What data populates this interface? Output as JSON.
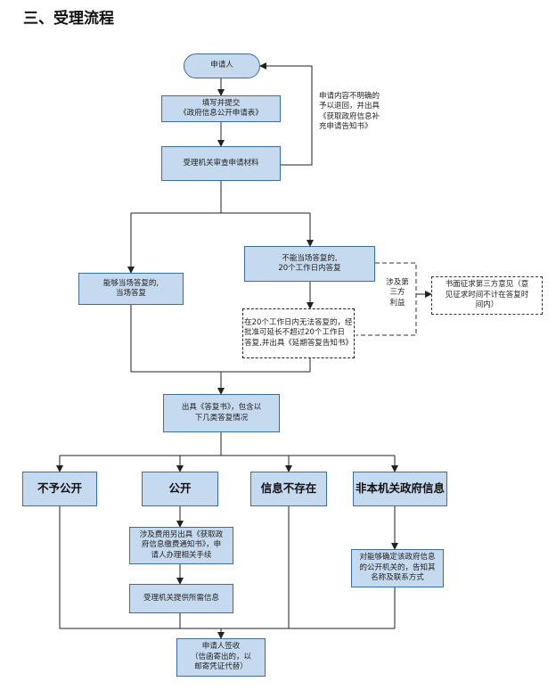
{
  "heading": "三、受理流程",
  "nodes": {
    "start": "申请人",
    "fill_submit": "填写并提交\n《政府信息公开申请表》",
    "review": "受理机关审查申请材料",
    "unclear_note": "申请内容不明确的\n予以退回，并出具\n《获取政府信息补\n充申请告知书》",
    "can_answer": "能够当场答复的,\n当场答复",
    "cannot_answer": "不能当场答复的,\n20个工作日内答复",
    "third_party_label": "涉及第\n三方\n利益",
    "third_party_box": "书面征求第三方意见（意\n见征求时间不计在答复时\n间内）",
    "extension": "在20个工作日内无法答复的，经\n批准可延长不超过20个工作日\n答复,并出具《延期答复告知书》",
    "issue_reply": "出具《答复书》，包含以\n下几类答复情况",
    "not_public": "不予公开",
    "public": "公开",
    "not_exist": "信息不存在",
    "not_this_agency": "非本机关政府信息",
    "fee_note": "涉及费用另出具《获取政\n府信息缴费通知书》，申\n请人办理相关手续",
    "provide_info": "受理机关提供所需信息",
    "inform_agency": "对能够确定该政府信息\n的公开机关的，告知其\n名称及联系方式",
    "sign": "申请人签收\n（信函寄出的，以\n邮寄凭证代替）"
  },
  "colors": {
    "box_fill": "#c5d9ef",
    "box_border": "#3f6c9e",
    "line": "#222222"
  }
}
